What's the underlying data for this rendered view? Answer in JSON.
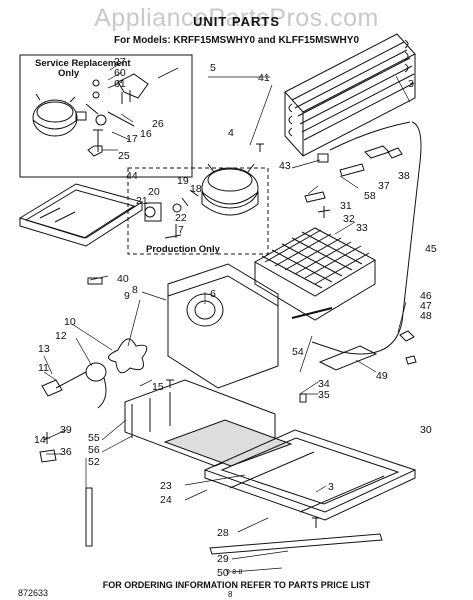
{
  "watermark": "AppliancePartsPros.com",
  "title": "UNIT PARTS",
  "models": "For Models: KRFF15MSWHY0 and KLFF15MSWHY0",
  "service_box": {
    "line1": "Service Replacement",
    "line2": "Only"
  },
  "production_box": {
    "label": "Production Only"
  },
  "footnote": "FOR ORDERING INFORMATION REFER TO PARTS PRICE LIST",
  "page_number": "8",
  "doc_number": "872633",
  "stamp": "9-8-8",
  "callouts": [
    "27",
    "60",
    "61",
    "26",
    "17",
    "16",
    "25",
    "5",
    "44",
    "4",
    "19",
    "18",
    "20",
    "21",
    "22",
    "7",
    "41",
    "3",
    "43",
    "37",
    "38",
    "58",
    "31",
    "32",
    "33",
    "45",
    "40",
    "8",
    "6",
    "9",
    "10",
    "12",
    "13",
    "11",
    "15",
    "55",
    "56",
    "52",
    "39",
    "14",
    "36",
    "46",
    "47",
    "48",
    "54",
    "49",
    "34",
    "35",
    "30",
    "23",
    "24",
    "28",
    "29",
    "50",
    "3"
  ]
}
